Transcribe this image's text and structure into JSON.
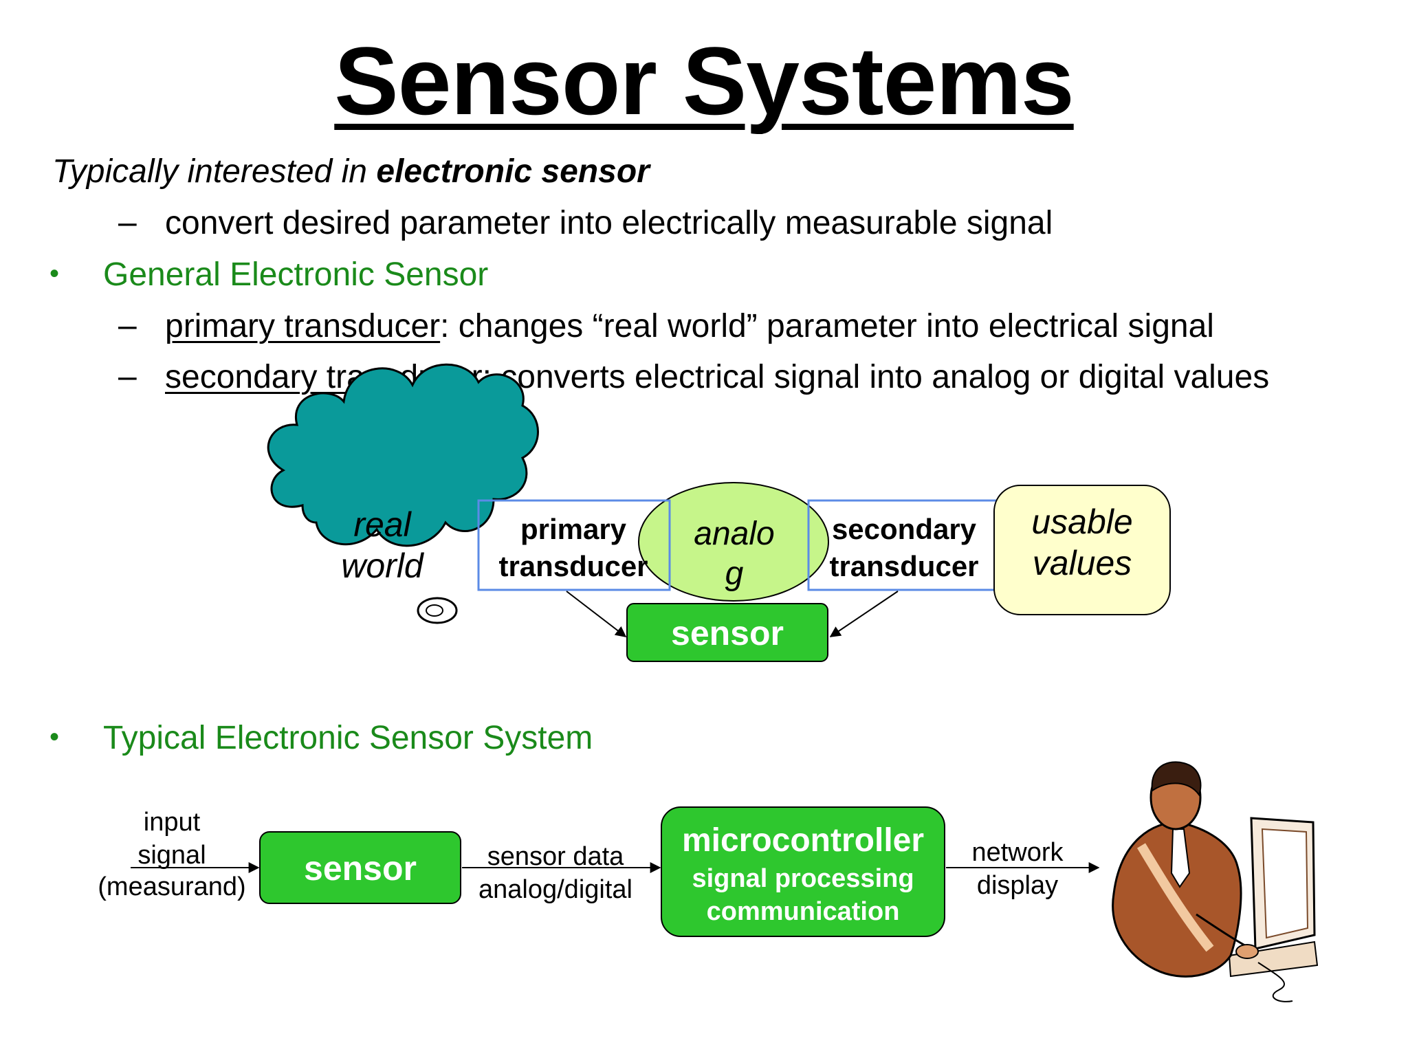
{
  "slide": {
    "title": "Sensor Systems",
    "intro_plain": "Typically interested in ",
    "intro_bold": "electronic sensor",
    "sub1": "convert desired parameter into electrically measurable signal",
    "bullet1": "General Electronic Sensor",
    "sub2_term": "primary transducer",
    "sub2_rest": ": changes “real world” parameter into electrical signal",
    "sub3_term": "secondary transducer",
    "sub3_rest": ": converts electrical signal into analog or digital values",
    "bullet2": "Typical Electronic Sensor System",
    "bullet_symbol": "•",
    "dash_symbol": "–"
  },
  "diagram_top": {
    "cloud_line1": "real",
    "cloud_line2": "world",
    "primary_line1": "primary",
    "primary_line2": "transducer",
    "analog_line1": "analo",
    "analog_line2": "g",
    "secondary_line1": "secondary",
    "secondary_line2": "transducer",
    "usable_line1": "usable",
    "usable_line2": "values",
    "sensor": "sensor",
    "colors": {
      "cloud": "#0a9a9a",
      "green_box": "#2ec72e",
      "analog_ellipse": "#c6f58a",
      "usable_box": "#ffffcc",
      "transducer_border": "#5b8be6"
    }
  },
  "diagram_bottom": {
    "input_line1": "input",
    "input_line2": "signal",
    "input_line3": "(measurand)",
    "sensor": "sensor",
    "data_line1": "sensor data",
    "data_line2": "analog/digital",
    "mc_line1": "microcontroller",
    "mc_line2": "signal processing",
    "mc_line3": "communication",
    "out_line1": "network",
    "out_line2": "display",
    "person_icon": "person-at-computer-clipart"
  }
}
